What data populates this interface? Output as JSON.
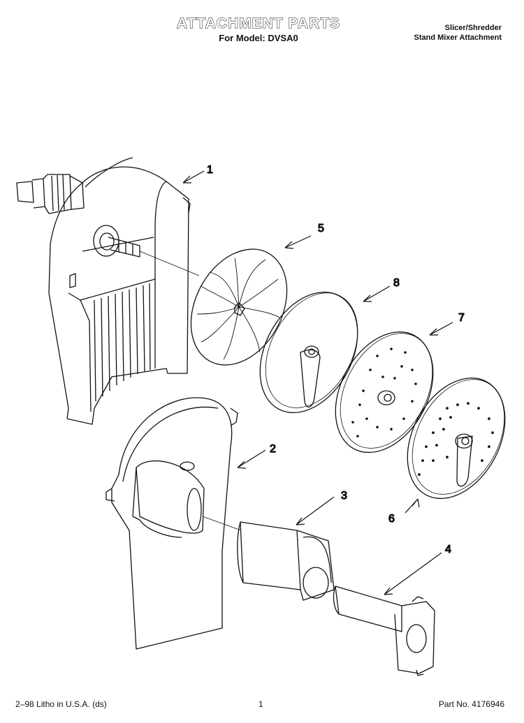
{
  "header": {
    "title": "ATTACHMENT PARTS",
    "subtitle": "For Model: DVSA0",
    "model_line1": "Slicer/Shredder",
    "model_line2": "Stand Mixer Attachment"
  },
  "callouts": [
    "1",
    "2",
    "3",
    "4",
    "5",
    "6",
    "7",
    "8"
  ],
  "footer": {
    "left": "2–98 Litho in U.S.A. (ds)",
    "page": "1",
    "part_no": "Part No. 4176946"
  }
}
